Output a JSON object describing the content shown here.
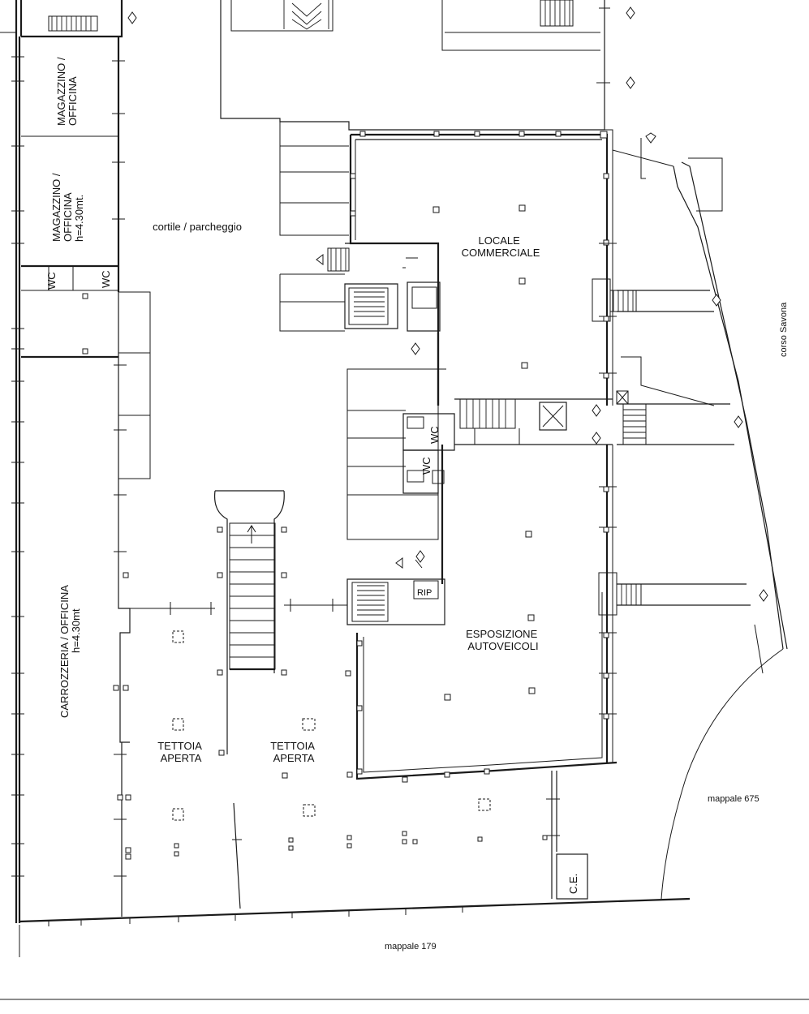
{
  "labels": {
    "magazzino_1": [
      "MAGAZZINO /",
      "OFFICINA"
    ],
    "magazzino_2": [
      "MAGAZZINO /",
      "OFFICINA",
      "h=4.30mt."
    ],
    "cortile": "cortile / parcheggio",
    "locale": [
      "LOCALE",
      "COMMERCIALE"
    ],
    "wc": "WC",
    "rip": "RIP",
    "esposizione": [
      "ESPOSIZIONE",
      "AUTOVEICOLI"
    ],
    "carrozzeria": [
      "CARROZZERIA / OFFICINA",
      "h=4.30mt"
    ],
    "tettoia": [
      "TETTOIA",
      "APERTA"
    ],
    "ce": "C.E.",
    "corso": "corso Savona",
    "mappale_675": "mappale 675",
    "mappale_179": "mappale 179"
  }
}
